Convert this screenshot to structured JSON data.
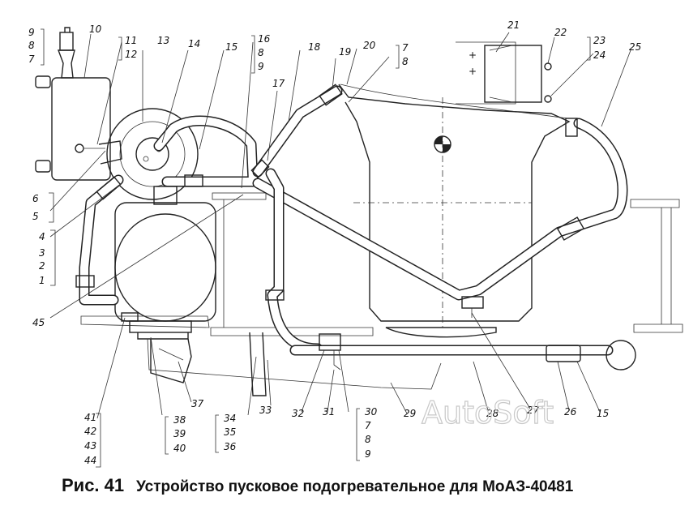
{
  "figure": {
    "caption_number": "Рис. 41",
    "caption_text": "Устройство пусковое подогревательное для МоАЗ-40481",
    "watermark": "AutoSoft"
  },
  "callouts": [
    "1",
    "2",
    "3",
    "4",
    "5",
    "6",
    "7",
    "8",
    "9",
    "10",
    "11",
    "12",
    "13",
    "14",
    "15",
    "16",
    "17",
    "18",
    "19",
    "20",
    "21",
    "22",
    "23",
    "24",
    "25",
    "26",
    "27",
    "28",
    "29",
    "30",
    "31",
    "32",
    "33",
    "34",
    "35",
    "36",
    "37",
    "38",
    "39",
    "40",
    "41",
    "42",
    "43",
    "44",
    "45"
  ]
}
